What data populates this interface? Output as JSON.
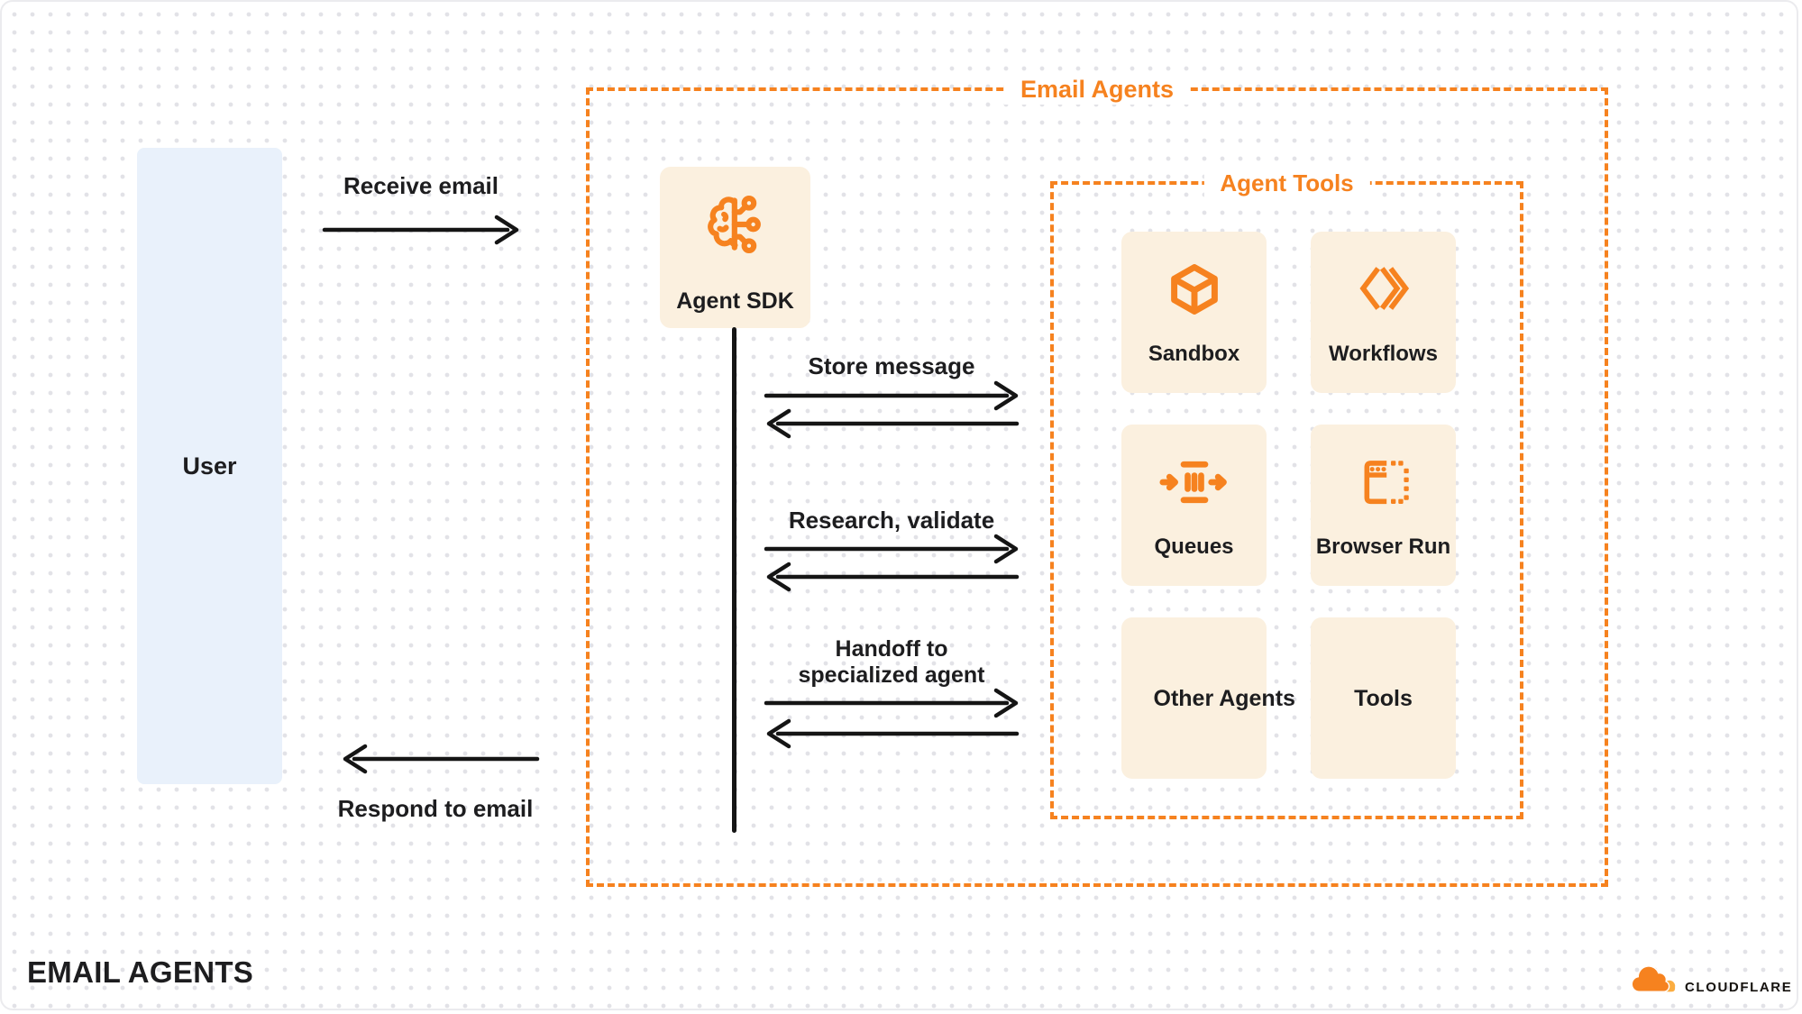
{
  "user_box": {
    "label": "User"
  },
  "groups": {
    "email_agents": {
      "label": "Email Agents"
    },
    "agent_tools": {
      "label": "Agent Tools"
    }
  },
  "agent_sdk": {
    "label": "Agent SDK",
    "icon": "brain-circuit-icon"
  },
  "flows": {
    "receive": "Receive email",
    "respond": "Respond to email",
    "store": "Store message",
    "research": "Research, validate",
    "handoff": [
      "Handoff to",
      "specialized agent"
    ]
  },
  "tools": [
    {
      "label": "Sandbox",
      "icon": "cube-icon"
    },
    {
      "label": "Workflows",
      "icon": "chevrons-icon"
    },
    {
      "label": "Queues",
      "icon": "queue-flow-icon"
    },
    {
      "label": "Browser Run",
      "icon": "browser-window-icon"
    },
    {
      "label": "Other Agents",
      "icon": null
    },
    {
      "label": "Tools",
      "icon": null
    }
  ],
  "footer": {
    "title": "EMAIL AGENTS",
    "brand": "CLOUDFLARE",
    "logo_icon": "cloudflare-cloud-icon"
  },
  "colors": {
    "accent_orange": "#F6821F",
    "light_orange": "#FBAD41",
    "card_cream": "#FBF0DF",
    "user_blue": "#E9F1FB",
    "line_black": "#151515",
    "text_dark": "#1D1D1F",
    "dot_grid": "#E2E2E7"
  }
}
